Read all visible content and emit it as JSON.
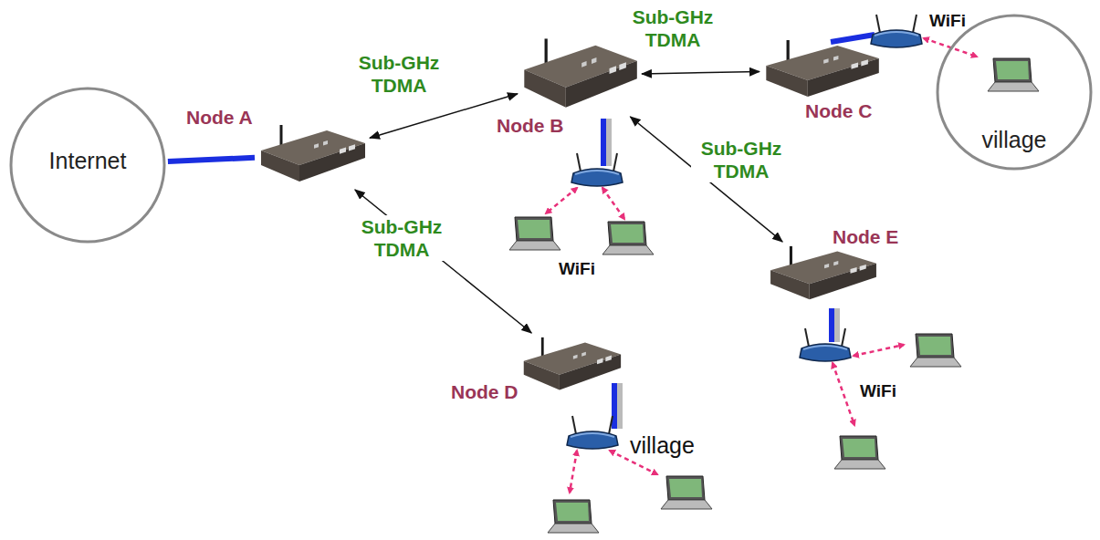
{
  "diagram": {
    "nodes": [
      {
        "text": [
          "Internet"
        ]
      },
      {
        "text": [
          "Node A"
        ]
      },
      {
        "text": [
          "Node B"
        ]
      },
      {
        "text": [
          "Node C"
        ]
      },
      {
        "text": [
          "village"
        ]
      },
      {
        "text": [
          "Node D"
        ]
      },
      {
        "text": [
          "Node E"
        ]
      }
    ],
    "edges": [
      {
        "from": 0,
        "to": 1,
        "arrow": "none"
      },
      {
        "from": 1,
        "to": 2,
        "arrow": "both",
        "label": "Sub-GHz TDMA"
      },
      {
        "from": 2,
        "to": 3,
        "arrow": "both",
        "label": "Sub-GHz TDMA"
      },
      {
        "from": 2,
        "to": 6,
        "arrow": "both",
        "label": "Sub-GHz TDMA"
      },
      {
        "from": 1,
        "to": 5,
        "arrow": "both",
        "label": "Sub-GHz TDMA"
      }
    ],
    "labels": [
      "WiFi",
      "WiFi",
      "WiFi",
      "village"
    ]
  }
}
